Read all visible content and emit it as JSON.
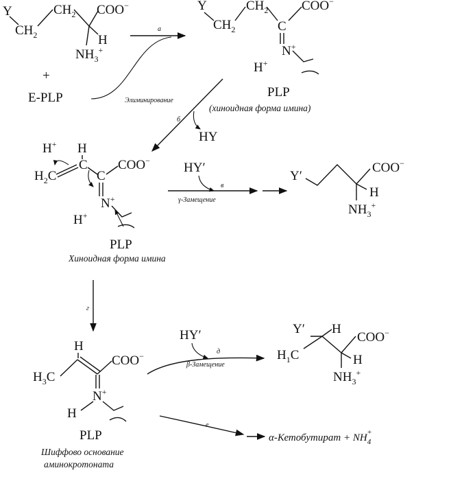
{
  "top_left": {
    "y": "Y",
    "ch2_a": "CH",
    "ch2_a_sub": "2",
    "ch2_b": "CH",
    "ch2_b_sub": "2",
    "coo": "COO",
    "coo_sup": "−",
    "h": "H",
    "nh3": "NH",
    "nh3_sub": "3",
    "nh3_sup": "+",
    "plus": "+",
    "eplp": "E-PLP"
  },
  "top_right": {
    "y": "Y",
    "ch2_a": "CH",
    "ch2_a_sub": "2",
    "ch2_b": "CH",
    "ch2_b_sub": "2",
    "coo": "COO",
    "coo_sup": "−",
    "c": "C",
    "n": "N",
    "n_sup": "+",
    "h": "H",
    "h_sup": "+",
    "plp": "PLP",
    "caption": "(хиноидная форма имина)"
  },
  "mid_left": {
    "h_plus": "H",
    "h_plus_sup": "+",
    "h": "H",
    "h2c": "H",
    "h2c_sub": "2",
    "h2c_c": "C",
    "c": "C",
    "c2": "C",
    "coo": "COO",
    "coo_sup": "−",
    "n": "N",
    "n_sup": "+",
    "h2": "H",
    "h2_sup": "+",
    "plp": "PLP",
    "caption": "Хиноидная форма имина"
  },
  "mid_right": {
    "y": "Y′",
    "coo": "COO",
    "coo_sup": "−",
    "h": "H",
    "nh3": "NH",
    "nh3_sub": "3",
    "nh3_sup": "+"
  },
  "bottom_left": {
    "h": "H",
    "h3c": "H",
    "h3c_sub": "3",
    "h3c_c": "C",
    "coo": "COO",
    "coo_sup": "−",
    "n": "N",
    "n_sup": "+",
    "h2": "H",
    "plp": "PLP",
    "caption_1": "Шиффово основание",
    "caption_2": "аминокротоната"
  },
  "bottom_right": {
    "y": "Y′",
    "h": "H",
    "h1c": "H",
    "h1c_sub": "1",
    "h1c_c": "C",
    "coo": "COO",
    "coo_sup": "−",
    "h2": "H",
    "nh3": "NH",
    "nh3_sub": "3",
    "nh3_sup": "+"
  },
  "reagents": {
    "hy": "HY",
    "hy_prime_1": "HY′",
    "hy_prime_2": "HY′"
  },
  "arrows": {
    "a_label": "а",
    "b_label": "б",
    "v_label": "в",
    "g_label": "г",
    "d_label": "д",
    "e_label": "е",
    "elimination": "Элиминирование",
    "gamma": "γ-Замещение",
    "beta": "β-Замещение",
    "products": "α-Кетобутират + NH",
    "products_sub": "4",
    "products_sup": "+"
  }
}
